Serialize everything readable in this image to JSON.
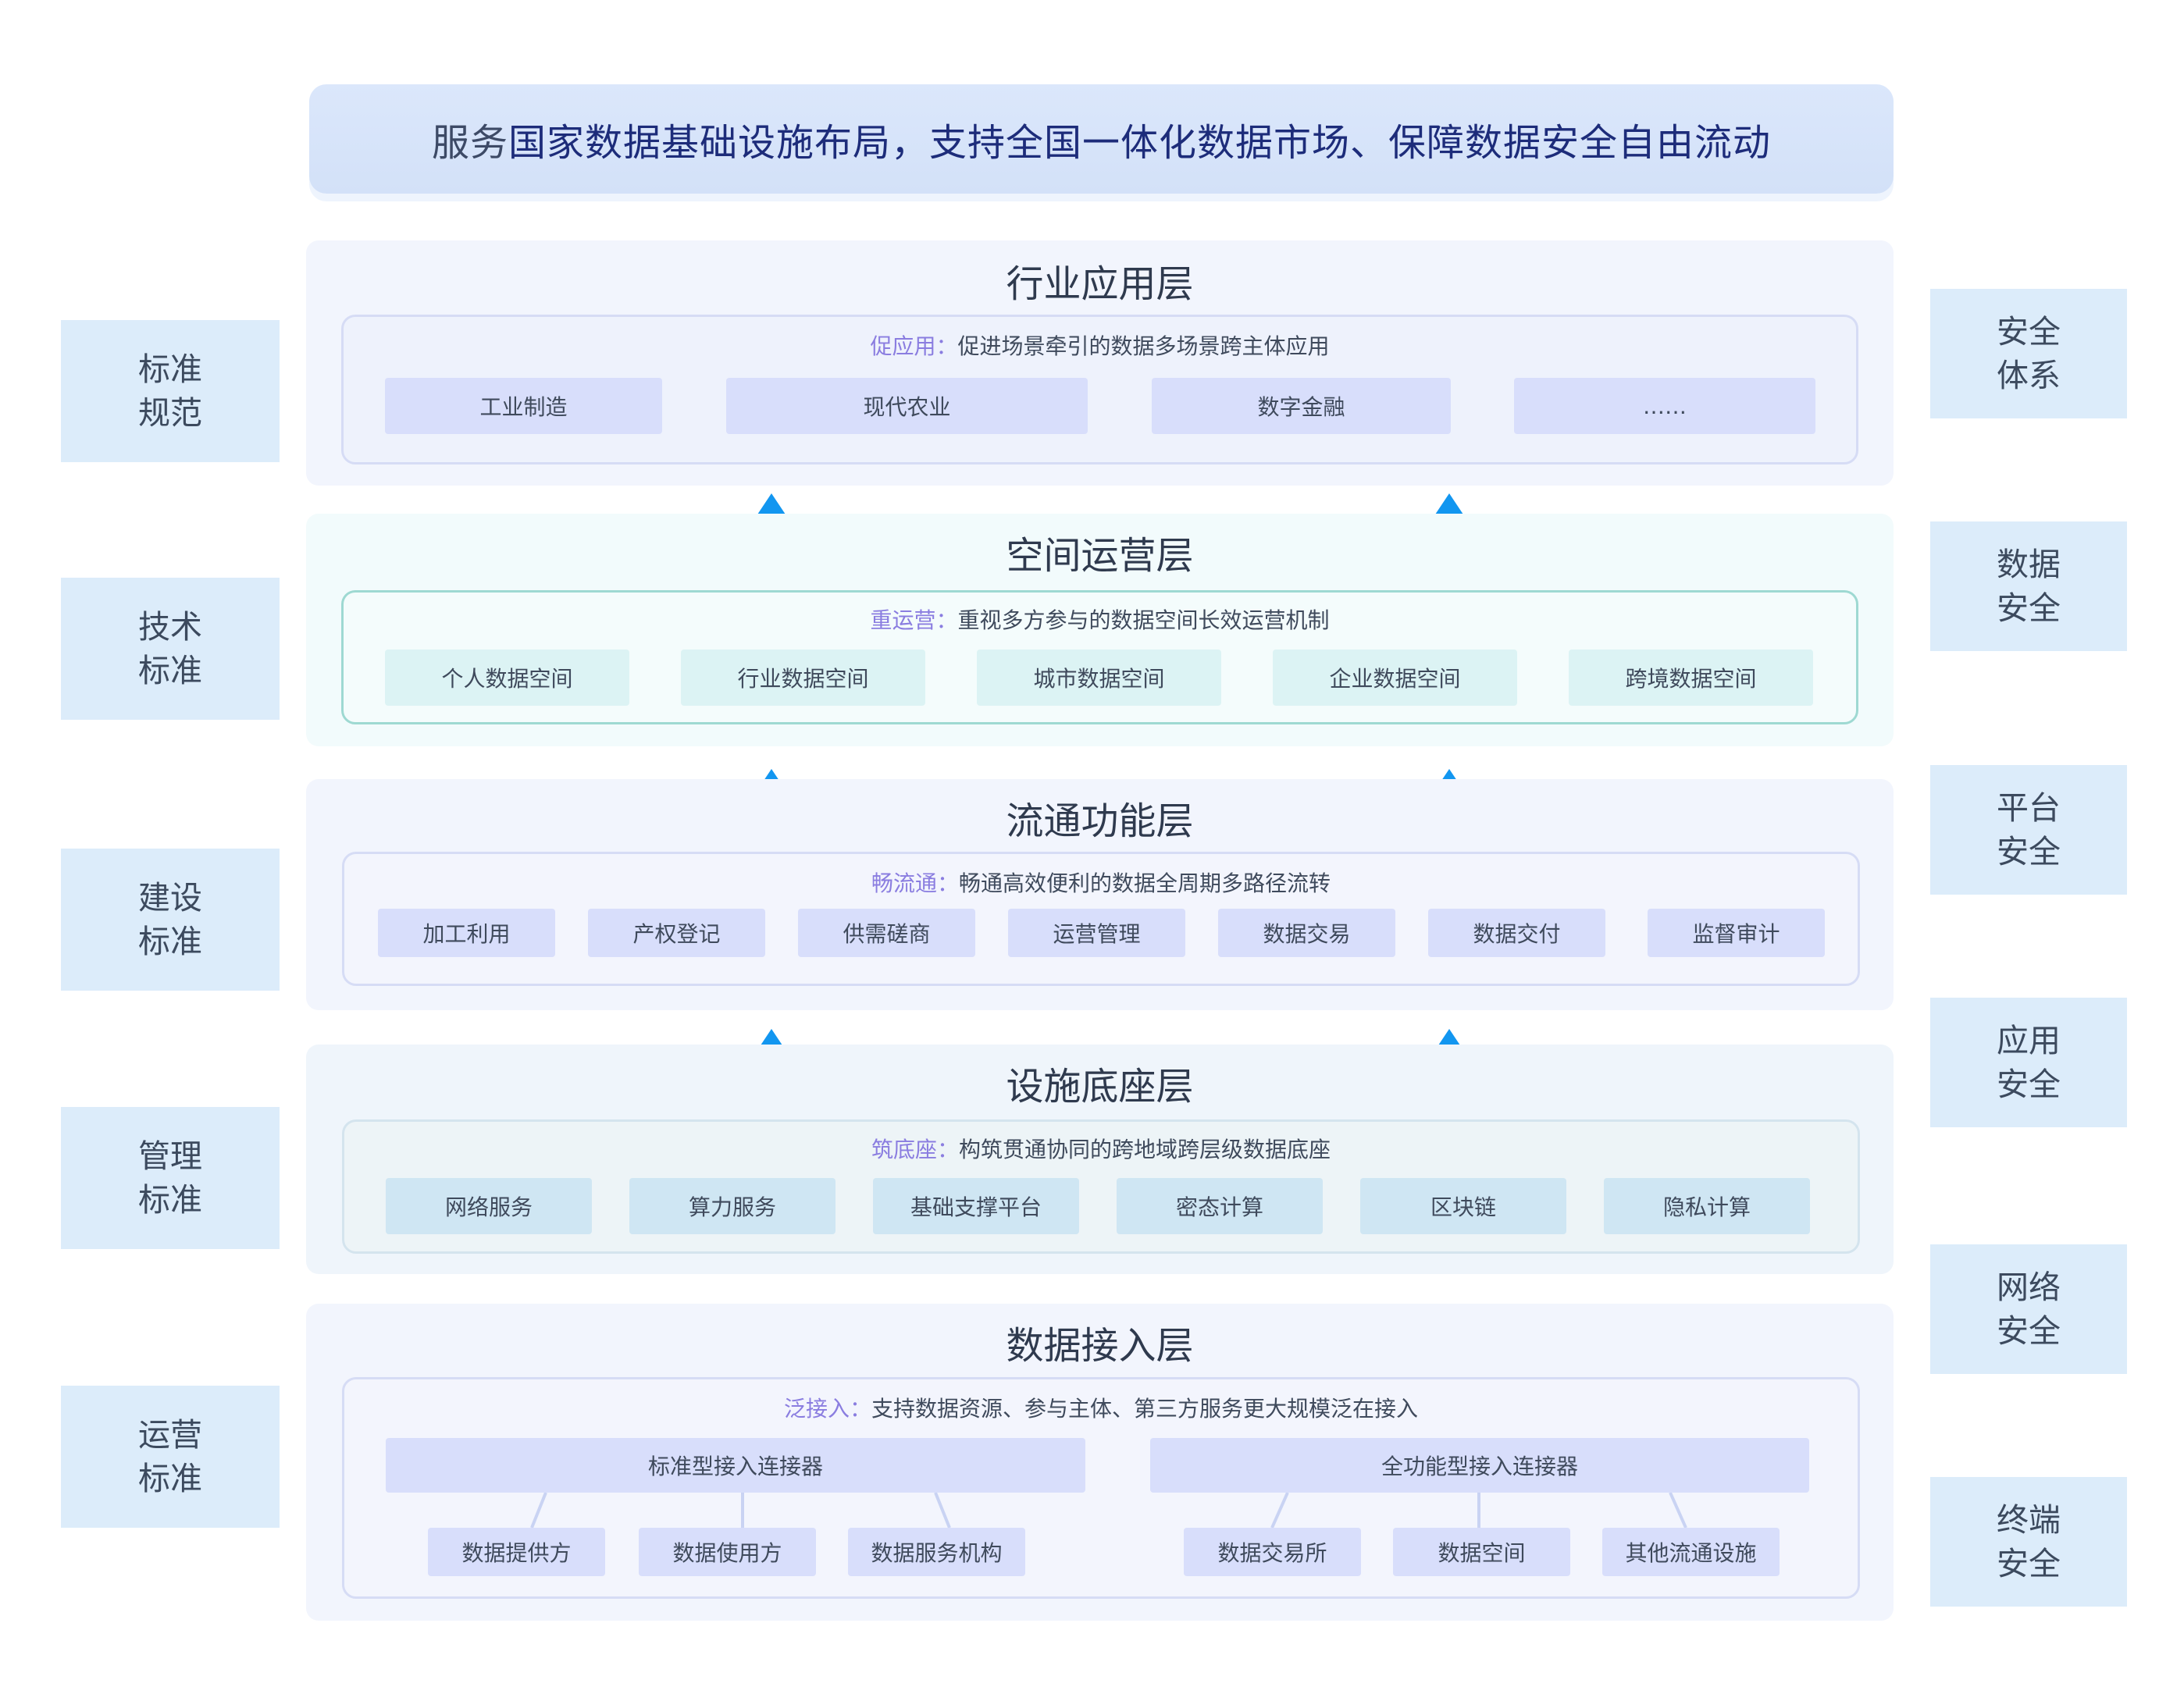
{
  "banner": {
    "prefix": "服务",
    "text": "国家数据基础设施布局，支持全国一体化数据市场、保障数据安全自由流动"
  },
  "left_labels": [
    {
      "line1": "标准",
      "line2": "规范"
    },
    {
      "line1": "技术",
      "line2": "标准"
    },
    {
      "line1": "建设",
      "line2": "标准"
    },
    {
      "line1": "管理",
      "line2": "标准"
    },
    {
      "line1": "运营",
      "line2": "标准"
    }
  ],
  "right_labels": [
    {
      "line1": "安全",
      "line2": "体系"
    },
    {
      "line1": "数据",
      "line2": "安全"
    },
    {
      "line1": "平台",
      "line2": "安全"
    },
    {
      "line1": "应用",
      "line2": "安全"
    },
    {
      "line1": "网络",
      "line2": "安全"
    },
    {
      "line1": "终端",
      "line2": "安全"
    }
  ],
  "layers": {
    "application": {
      "title": "行业应用层",
      "key": "促应用：",
      "desc": "促进场景牵引的数据多场景跨主体应用",
      "items": [
        "工业制造",
        "现代农业",
        "数字金融",
        "……"
      ]
    },
    "space": {
      "title": "空间运营层",
      "key": "重运营：",
      "desc": "重视多方参与的数据空间长效运营机制",
      "items": [
        "个人数据空间",
        "行业数据空间",
        "城市数据空间",
        "企业数据空间",
        "跨境数据空间"
      ]
    },
    "circulation": {
      "title": "流通功能层",
      "key": "畅流通：",
      "desc": "畅通高效便利的数据全周期多路径流转",
      "items": [
        "加工利用",
        "产权登记",
        "供需磋商",
        "运营管理",
        "数据交易",
        "数据交付",
        "监督审计"
      ]
    },
    "facility": {
      "title": "设施底座层",
      "key": "筑底座：",
      "desc": "构筑贯通协同的跨地域跨层级数据底座",
      "items": [
        "网络服务",
        "算力服务",
        "基础支撑平台",
        "密态计算",
        "区块链",
        "隐私计算"
      ]
    },
    "access": {
      "title": "数据接入层",
      "key": "泛接入：",
      "desc": "支持数据资源、参与主体、第三方服务更大规模泛在接入",
      "connectors": [
        "标准型接入连接器",
        "全功能型接入连接器"
      ],
      "left_items": [
        "数据提供方",
        "数据使用方",
        "数据服务机构"
      ],
      "right_items": [
        "数据交易所",
        "数据空间",
        "其他流通设施"
      ]
    }
  },
  "colors": {
    "arrow": "#1296f0",
    "side_box": "#dcecfa",
    "banner": "#d6e3fa",
    "title_text": "#1d2c7a",
    "key_text": "#8a7de0"
  }
}
